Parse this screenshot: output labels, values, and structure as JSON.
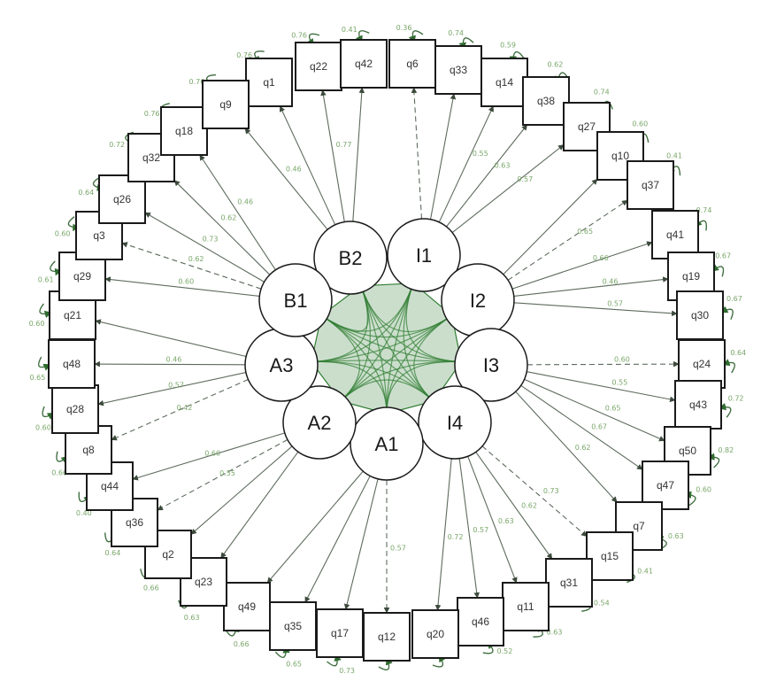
{
  "factors": [
    {
      "id": "B2",
      "label": "B2"
    },
    {
      "id": "I1",
      "label": "I1"
    },
    {
      "id": "I2",
      "label": "I2"
    },
    {
      "id": "I3",
      "label": "I3"
    },
    {
      "id": "I4",
      "label": "I4"
    },
    {
      "id": "A1",
      "label": "A1"
    },
    {
      "id": "A2",
      "label": "A2"
    },
    {
      "id": "A3",
      "label": "A3"
    },
    {
      "id": "B1",
      "label": "B1"
    }
  ],
  "items": [
    {
      "label": "q1",
      "factor": "B2",
      "loading": "",
      "error": "0.76",
      "dashed": false
    },
    {
      "label": "q22",
      "factor": "B2",
      "loading": "0.77",
      "error": "0.76",
      "dashed": false
    },
    {
      "label": "q42",
      "factor": "B2",
      "loading": "",
      "error": "0.41",
      "dashed": false
    },
    {
      "label": "q6",
      "factor": "I1",
      "loading": "",
      "error": "0.36",
      "dashed": true
    },
    {
      "label": "q33",
      "factor": "I1",
      "loading": "",
      "error": "0.74",
      "dashed": false
    },
    {
      "label": "q14",
      "factor": "I1",
      "loading": "0.55",
      "error": "0.59",
      "dashed": false
    },
    {
      "label": "q38",
      "factor": "I1",
      "loading": "0.63",
      "error": "0.62",
      "dashed": false
    },
    {
      "label": "q27",
      "factor": "I1",
      "loading": "0.57",
      "error": "0.74",
      "dashed": false
    },
    {
      "label": "q10",
      "factor": "I2",
      "loading": "",
      "error": "0.60",
      "dashed": false
    },
    {
      "label": "q37",
      "factor": "I2",
      "loading": "0.65",
      "error": "0.41",
      "dashed": true
    },
    {
      "label": "q41",
      "factor": "I2",
      "loading": "0.66",
      "error": "0.74",
      "dashed": false
    },
    {
      "label": "q19",
      "factor": "I2",
      "loading": "0.46",
      "error": "0.67",
      "dashed": false
    },
    {
      "label": "q30",
      "factor": "I2",
      "loading": "0.57",
      "error": "0.67",
      "dashed": false
    },
    {
      "label": "q24",
      "factor": "I3",
      "loading": "0.60",
      "error": "0.64",
      "dashed": true
    },
    {
      "label": "q43",
      "factor": "I3",
      "loading": "0.55",
      "error": "0.72",
      "dashed": false
    },
    {
      "label": "q50",
      "factor": "I3",
      "loading": "0.65",
      "error": "0.82",
      "dashed": false
    },
    {
      "label": "q47",
      "factor": "I3",
      "loading": "0.67",
      "error": "0.60",
      "dashed": false
    },
    {
      "label": "q7",
      "factor": "I3",
      "loading": "0.62",
      "error": "0.63",
      "dashed": false
    },
    {
      "label": "q15",
      "factor": "I4",
      "loading": "0.73",
      "error": "0.41",
      "dashed": true
    },
    {
      "label": "q31",
      "factor": "I4",
      "loading": "0.62",
      "error": "0.54",
      "dashed": false
    },
    {
      "label": "q11",
      "factor": "I4",
      "loading": "0.63",
      "error": "0.63",
      "dashed": false
    },
    {
      "label": "q46",
      "factor": "I4",
      "loading": "0.57",
      "error": "0.52",
      "dashed": false
    },
    {
      "label": "q20",
      "factor": "I4",
      "loading": "0.72",
      "error": "",
      "dashed": false
    },
    {
      "label": "q12",
      "factor": "A1",
      "loading": "0.57",
      "error": "",
      "dashed": true
    },
    {
      "label": "q17",
      "factor": "A1",
      "loading": "",
      "error": "0.73",
      "dashed": false
    },
    {
      "label": "q35",
      "factor": "A1",
      "loading": "",
      "error": "0.65",
      "dashed": false
    },
    {
      "label": "q49",
      "factor": "A1",
      "loading": "",
      "error": "0.66",
      "dashed": false
    },
    {
      "label": "q23",
      "factor": "A2",
      "loading": "",
      "error": "0.63",
      "dashed": false
    },
    {
      "label": "q2",
      "factor": "A2",
      "loading": "",
      "error": "0.66",
      "dashed": false
    },
    {
      "label": "q36",
      "factor": "A2",
      "loading": "0.55",
      "error": "0.64",
      "dashed": true
    },
    {
      "label": "q44",
      "factor": "A2",
      "loading": "0.60",
      "error": "0.40",
      "dashed": false
    },
    {
      "label": "q8",
      "factor": "A3",
      "loading": "0.42",
      "error": "0.66",
      "dashed": true
    },
    {
      "label": "q28",
      "factor": "A3",
      "loading": "0.57",
      "error": "0.60",
      "dashed": false
    },
    {
      "label": "q48",
      "factor": "A3",
      "loading": "0.46",
      "error": "0.65",
      "dashed": false
    },
    {
      "label": "q21",
      "factor": "A3",
      "loading": "",
      "error": "0.60",
      "dashed": false
    },
    {
      "label": "q29",
      "factor": "B1",
      "loading": "0.60",
      "error": "0.61",
      "dashed": false
    },
    {
      "label": "q3",
      "factor": "B1",
      "loading": "0.62",
      "error": "0.60",
      "dashed": true
    },
    {
      "label": "q26",
      "factor": "B1",
      "loading": "0.73",
      "error": "0.64",
      "dashed": false
    },
    {
      "label": "q32",
      "factor": "B1",
      "loading": "0.62",
      "error": "0.72",
      "dashed": false
    },
    {
      "label": "q18",
      "factor": "B1",
      "loading": "0.46",
      "error": "0.76",
      "dashed": false
    },
    {
      "label": "q9",
      "factor": "B2",
      "loading": "0.46",
      "error": "0.76",
      "dashed": false
    }
  ],
  "colors": {
    "node_stroke": "#1a1a1a",
    "path_line": "#5d6b5d",
    "label_green": "#7aa76a",
    "error_arc": "#3f6e3f",
    "covariance": "#2f7d32"
  }
}
